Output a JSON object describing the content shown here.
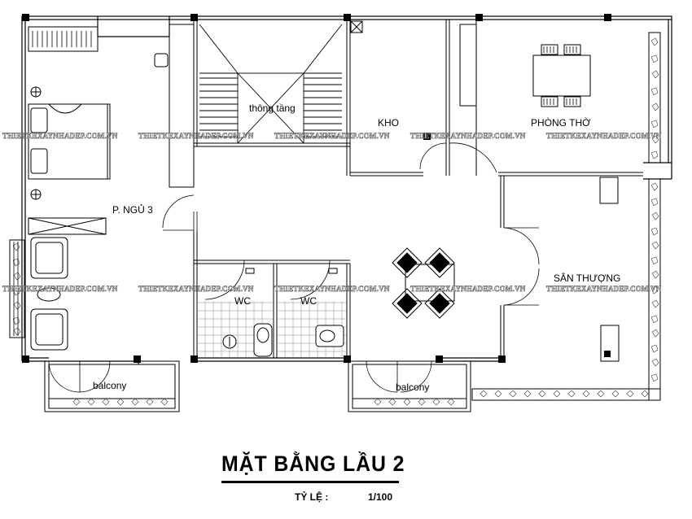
{
  "rooms": {
    "stair_void": "thông tầng",
    "storage": "KHO",
    "altar_room": "PHÒNG THỜ",
    "bedroom": "P. NGỦ 3",
    "wc_1": "WC",
    "wc_2": "WC",
    "terrace": "SÂN THƯỢNG",
    "balcony_left": "balcony",
    "balcony_right": "balcony"
  },
  "watermark": "THIETKEXAYNHADEP.COM.VN",
  "title": "MẶT BẰNG LẦU 2",
  "scale": {
    "label": "TỶ LỆ :",
    "value": "1/100"
  }
}
